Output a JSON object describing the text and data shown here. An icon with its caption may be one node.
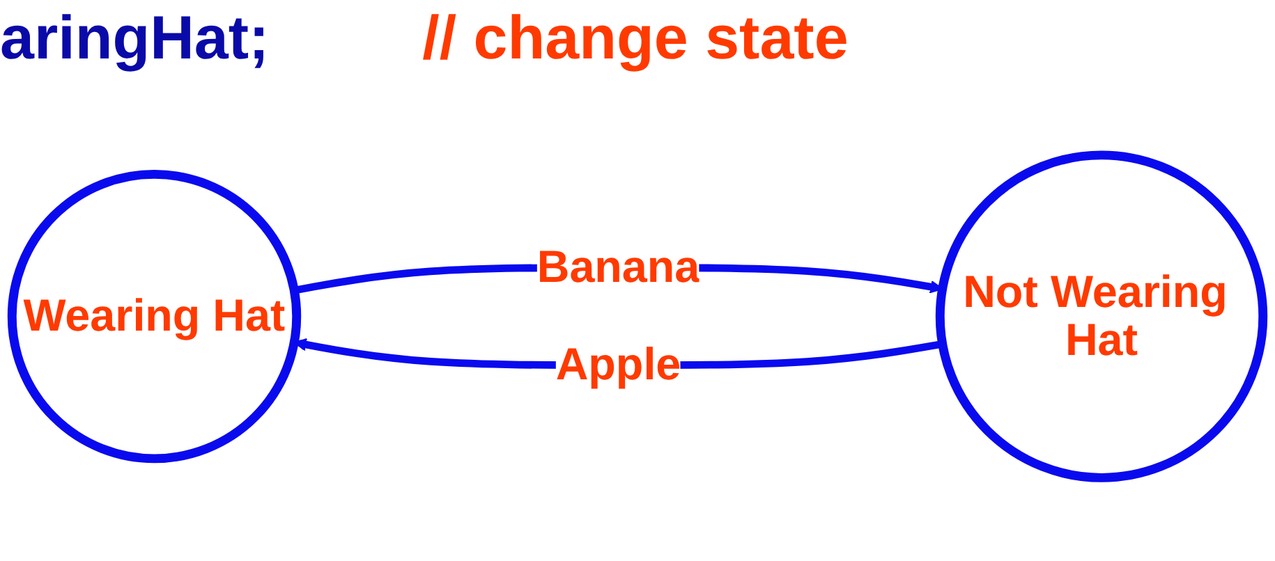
{
  "diagram": {
    "nodes": [
      {
        "text": [
          "Wearing Hat"
        ]
      },
      {
        "text": [
          "Not Wearing Hat"
        ]
      }
    ],
    "edges": [
      {
        "from": 1,
        "to": 0,
        "arrow": "to",
        "label": "Apple"
      },
      {
        "from": 0,
        "to": 1,
        "arrow": "to",
        "label": "Banana"
      }
    ],
    "labels": [
      "aringHat;",
      "// change state"
    ]
  }
}
